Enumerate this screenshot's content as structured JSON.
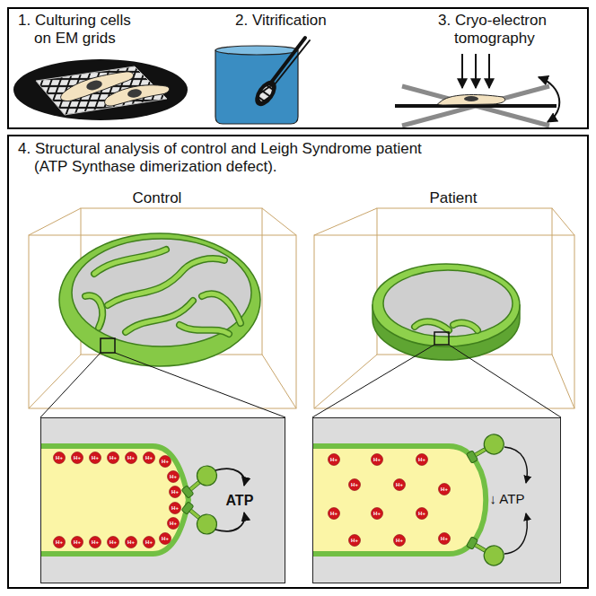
{
  "diagram": {
    "nodes": [
      {
        "text": [
          "1. Culturing cells on EM grids",
          "2. Vitrification",
          "3. Cryo-electron tomography"
        ]
      },
      {
        "text": [
          "4. Structural analysis of control and Leigh Syndrome patient (ATP Synthase dimerization defect)."
        ]
      },
      {
        "text": [
          "ATP"
        ],
        "in": 1
      },
      {
        "text": [
          "↓ ATP"
        ],
        "in": 1
      }
    ],
    "labels": [
      "Control",
      "Patient",
      "H+",
      "H+",
      "H+",
      "H+",
      "H+",
      "H+",
      "H+",
      "H+",
      "H+",
      "H+",
      "H+",
      "H+",
      "H+",
      "H+",
      "H+",
      "H+",
      "H+",
      "H+",
      "H+",
      "H+",
      "H+",
      "H+",
      "H+",
      "H+",
      "H+",
      "H+",
      "H+",
      "H+",
      "H+",
      "H+"
    ]
  }
}
